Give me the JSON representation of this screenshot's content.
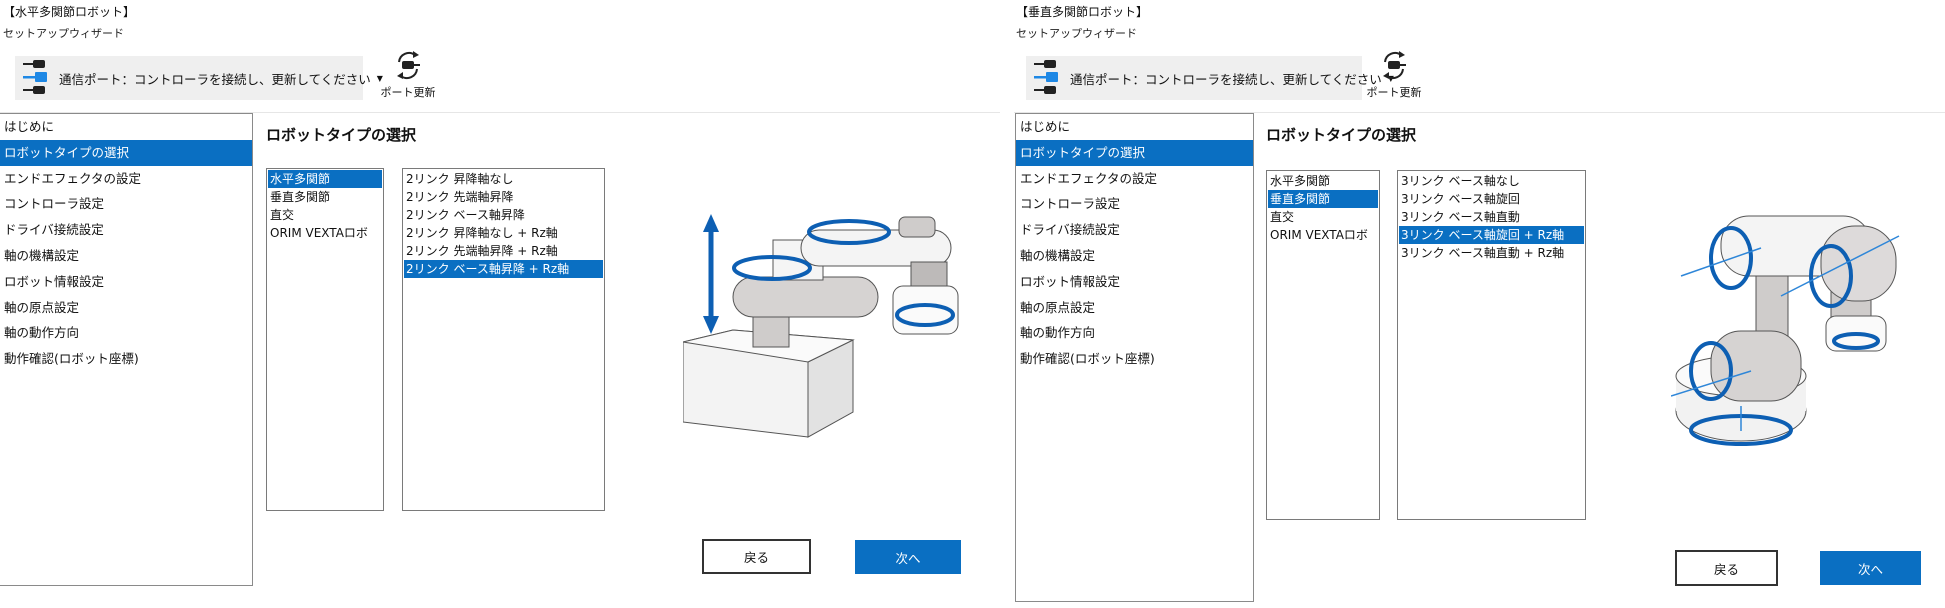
{
  "accent_color": "#0a6fc2",
  "panels": [
    {
      "window_title": "【水平多関節ロボット】",
      "subtitle": "セットアップウィザード",
      "port_selector": {
        "label": "通信ポート：コントローラを接続し、更新してください",
        "icon": "cable-plug-icon"
      },
      "port_refresh": {
        "label": "ポート更新",
        "icon": "refresh-plug-icon"
      },
      "sidebar": {
        "items": [
          "はじめに",
          "ロボットタイプの選択",
          "エンドエフェクタの設定",
          "コントローラ設定",
          "ドライバ接続設定",
          "軸の機構設定",
          "ロボット情報設定",
          "軸の原点設定",
          "軸の動作方向",
          "動作確認(ロボット座標)"
        ],
        "selected": 1
      },
      "heading": "ロボットタイプの選択",
      "robot_types": {
        "items": [
          "水平多関節",
          "垂直多関節",
          "直交",
          "ORIM VEXTAロボ"
        ],
        "selected": 0
      },
      "robot_models": {
        "items": [
          "2リンク 昇降軸なし",
          "2リンク 先端軸昇降",
          "2リンク ベース軸昇降",
          "2リンク 昇降軸なし + Rz軸",
          "2リンク 先端軸昇降 + Rz軸",
          "2リンク ベース軸昇降 + Rz軸"
        ],
        "selected": 5
      },
      "illustration": "scara",
      "back_label": "戻る",
      "next_label": "次へ"
    },
    {
      "window_title": "【垂直多関節ロボット】",
      "subtitle": "セットアップウィザード",
      "port_selector": {
        "label": "通信ポート：コントローラを接続し、更新してください",
        "icon": "cable-plug-icon"
      },
      "port_refresh": {
        "label": "ポート更新",
        "icon": "refresh-plug-icon"
      },
      "sidebar": {
        "items": [
          "はじめに",
          "ロボットタイプの選択",
          "エンドエフェクタの設定",
          "コントローラ設定",
          "ドライバ接続設定",
          "軸の機構設定",
          "ロボット情報設定",
          "軸の原点設定",
          "軸の動作方向",
          "動作確認(ロボット座標)"
        ],
        "selected": 1
      },
      "heading": "ロボットタイプの選択",
      "robot_types": {
        "items": [
          "水平多関節",
          "垂直多関節",
          "直交",
          "ORIM VEXTAロボ"
        ],
        "selected": 1
      },
      "robot_models": {
        "items": [
          "3リンク ベース軸なし",
          "3リンク ベース軸旋回",
          "3リンク ベース軸直動",
          "3リンク ベース軸旋回 + Rz軸",
          "3リンク ベース軸直動 + Rz軸"
        ],
        "selected": 3
      },
      "illustration": "articulated",
      "back_label": "戻る",
      "next_label": "次へ"
    }
  ]
}
